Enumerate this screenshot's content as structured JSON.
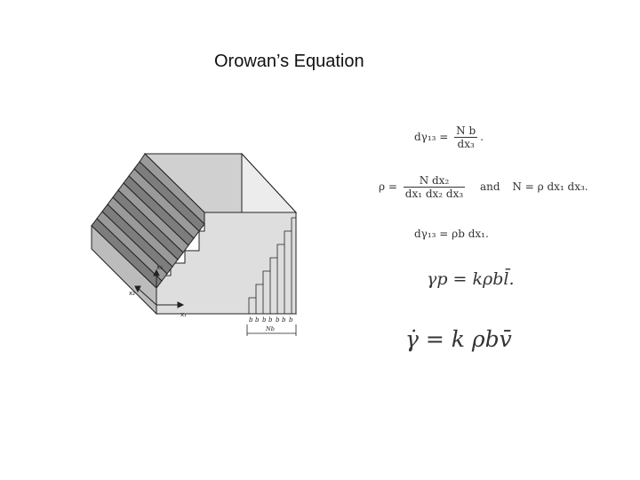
{
  "slide": {
    "title": "Orowan’s Equation"
  },
  "figure": {
    "axis_labels": {
      "x1": "x₁",
      "x2": "x₂",
      "x3": "x₃"
    },
    "burgers_label": "b",
    "width_label": "Nb"
  },
  "equations": {
    "eq1": {
      "lhs": "dγ₁₃ =",
      "num": "N b",
      "den": "dx₃",
      "tail": "."
    },
    "eq2": {
      "lhs": "ρ =",
      "num": "N dx₂",
      "den": "dx₁ dx₂ dx₃",
      "and": "and",
      "rhs": "N = ρ dx₁ dx₃."
    },
    "eq3": {
      "text": "dγ₁₃ = ρb dx₁."
    },
    "eq4": {
      "text": "γp = kρbl̄."
    },
    "eq5": {
      "text": "γ̇ = k ρbv̄"
    }
  }
}
